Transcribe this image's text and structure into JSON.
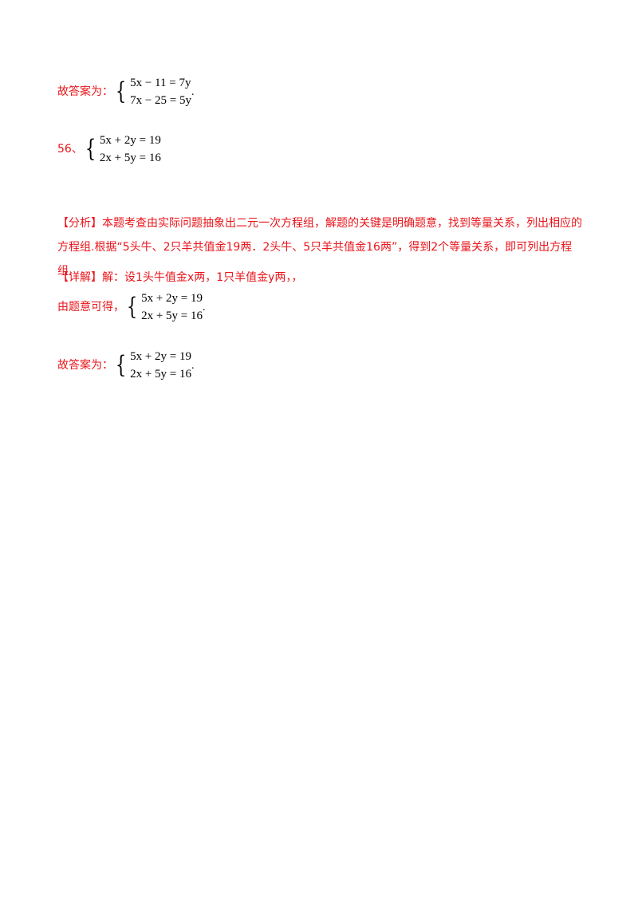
{
  "answer1": {
    "label": "故答案为：",
    "equations": [
      "5x − 11 = 7y",
      "7x − 25 = 5y"
    ],
    "tail": "."
  },
  "problem56": {
    "number": "56、",
    "equations": [
      "5x + 2y = 19",
      "2x + 5y = 16"
    ]
  },
  "analysis": {
    "text": "【分析】本题考查由实际问题抽象出二元一次方程组，解题的关键是明确题意，找到等量关系，列出相应的方程组.根据“5头牛、2只羊共值金19两．2头牛、5只羊共值金16两”，得到2个等量关系，即可列出方程组."
  },
  "detail": {
    "text": "【详解】解：设1头牛值金x两，1只羊值金y两，，",
    "derive_label": "由题意可得，",
    "equations": [
      "5x + 2y = 19",
      "2x + 5y = 16"
    ],
    "tail": "."
  },
  "answer2": {
    "label": "故答案为：",
    "equations": [
      "5x + 2y = 19",
      "2x + 5y = 16"
    ],
    "tail": "."
  }
}
